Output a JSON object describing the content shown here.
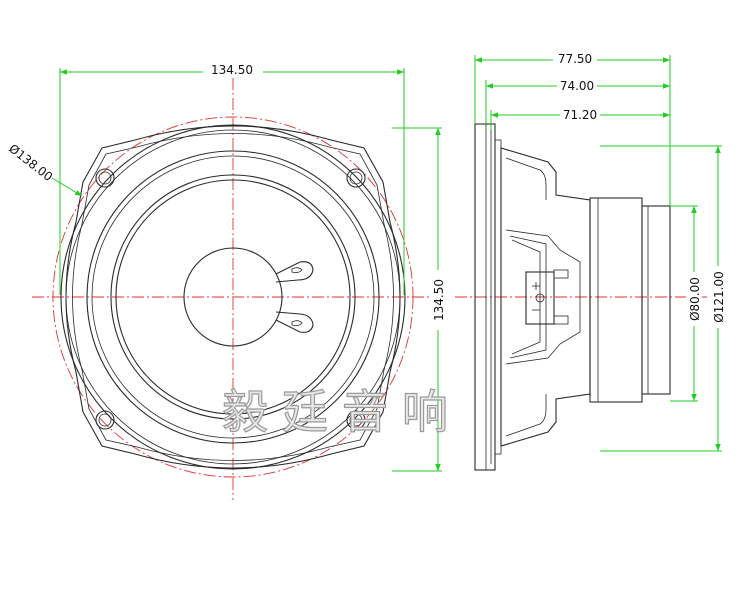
{
  "drawing": {
    "front_view": {
      "width_dim": "134.50",
      "height_dim": "134.50",
      "diameter_dim": "Ø138.00"
    },
    "side_view": {
      "depth_total": "77.50",
      "depth_mid": "74.00",
      "depth_inner": "71.20",
      "magnet_diameter": "Ø80.00",
      "basket_diameter": "Ø121.00"
    },
    "watermark": "毅廷音响",
    "colors": {
      "outline": "#2a2a2a",
      "centerline": "#e03030",
      "dimension": "#22cc22"
    }
  }
}
